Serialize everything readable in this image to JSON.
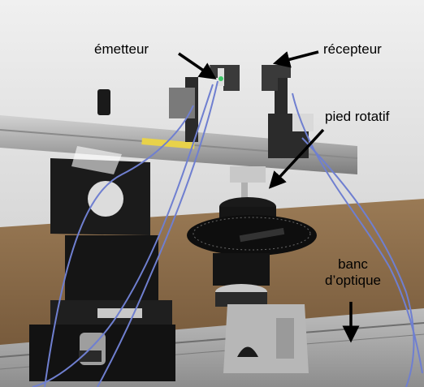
{
  "annotations": {
    "emitter": "émetteur",
    "receiver": "récepteur",
    "rotating_stand": "pied rotatif",
    "optical_bench_line1": "banc",
    "optical_bench_line2": "d’optique"
  },
  "colors": {
    "wall": "#e9e9e9",
    "table": "#8a6a45",
    "rail": "#b4b4b4",
    "black_part": "#1a1a1a",
    "cable": "#6f7fd0"
  }
}
